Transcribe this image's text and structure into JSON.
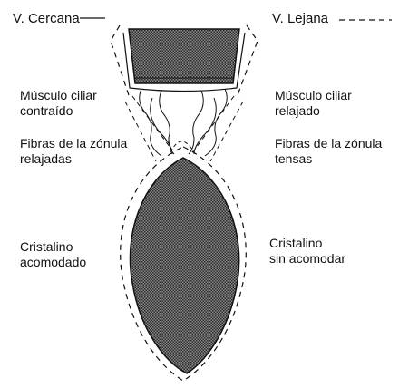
{
  "legend": {
    "near": "V. Cercana",
    "far": "V. Lejana"
  },
  "left": {
    "muscle_line1": "Músculo ciliar",
    "muscle_line2": "contraído",
    "fibers_line1": "Fibras de la zónula",
    "fibers_line2": "relajadas",
    "lens_line1": "Cristalino",
    "lens_line2": "acomodado"
  },
  "right": {
    "muscle_line1": "Músculo ciliar",
    "muscle_line2": "relajado",
    "fibers_line1": "Fibras de la zónula",
    "fibers_line2": "tensas",
    "lens_line1": "Cristalino",
    "lens_line2": "sin acomodar"
  },
  "colors": {
    "ink": "#111111",
    "fill_light": "#8a8a8a",
    "fill_dark": "#2a2a2a"
  }
}
